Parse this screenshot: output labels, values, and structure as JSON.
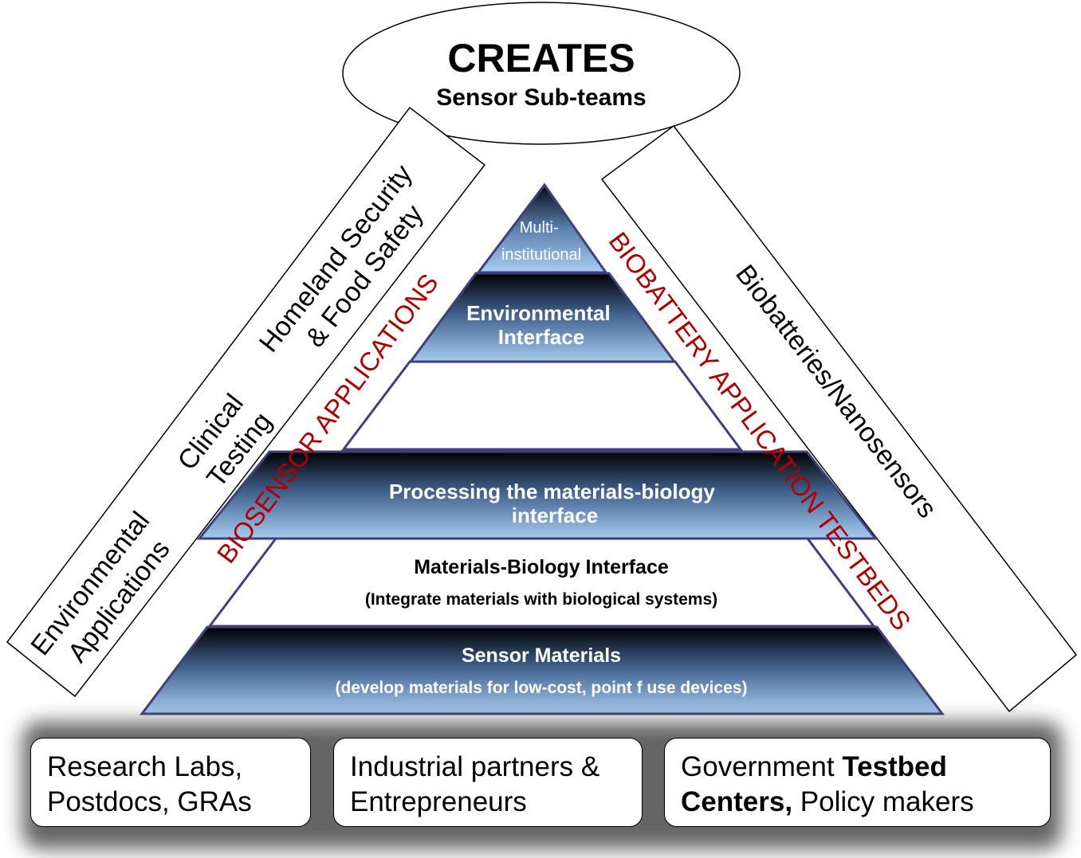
{
  "title": {
    "main": "CREATES",
    "sub": "Sensor Sub-teams"
  },
  "left_band": {
    "items": [
      {
        "lines": [
          "Environmental",
          "Applications"
        ]
      },
      {
        "lines": [
          "Clinical",
          "Testing"
        ]
      },
      {
        "lines": [
          "Homeland Security",
          "& Food Safety"
        ]
      }
    ]
  },
  "right_band": {
    "text": "Biobatteries/Nanosensors"
  },
  "side_labels": {
    "left": "BIOSENSOR APPLICATIONS",
    "right": "BIOBATTERY APPLICATION TESTBEDS"
  },
  "pyramid": {
    "top": {
      "lines": [
        "Multi-",
        "institutional"
      ]
    },
    "environmental": {
      "lines": [
        "Environmental",
        "Interface"
      ]
    },
    "processing": {
      "lines": [
        "Processing the materials-biology",
        "interface"
      ]
    },
    "materials_biology": {
      "title": "Materials-Biology Interface",
      "subtitle": "(Integrate materials with biological systems)"
    },
    "sensor_materials": {
      "title": "Sensor Materials",
      "subtitle": "(develop materials for low-cost, point f use devices)"
    }
  },
  "partners": {
    "research": {
      "line1": "Research Labs,",
      "line2": "Postdocs, GRAs"
    },
    "industry": {
      "line1": "Industrial partners &",
      "line2": "Entrepreneurs"
    },
    "government": {
      "line1_a": "Government ",
      "line1_b": "Testbed",
      "line2_a": "Centers,",
      "line2_b": " Policy makers"
    }
  }
}
